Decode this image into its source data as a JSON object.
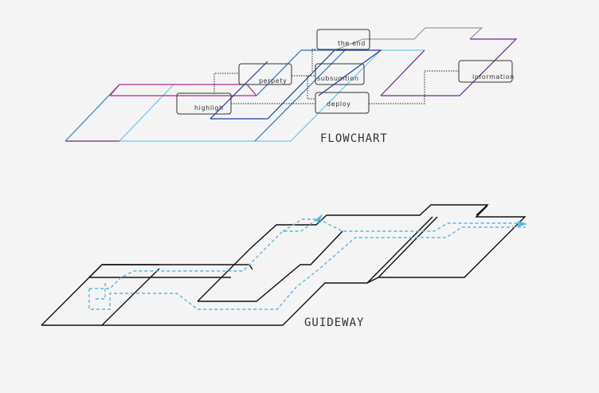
{
  "flowchart": {
    "title": "FLOWCHART",
    "nodes": {
      "the_end": "the end",
      "property": "perpety",
      "subsumtion": "subsumtion",
      "highlight": "highligh",
      "deploy": "deploy",
      "information": "information"
    },
    "colors": {
      "magenta": "#b5268f",
      "purple": "#6a2a8a",
      "light_blue": "#6ec6ea",
      "mid_blue": "#2a6fb5",
      "dark_blue": "#1c3f9a",
      "gray": "#9a9a9a"
    }
  },
  "guideway": {
    "title": "GUIDEWAY",
    "colors": {
      "track": "#111111",
      "path": "#5ab8e0"
    }
  }
}
